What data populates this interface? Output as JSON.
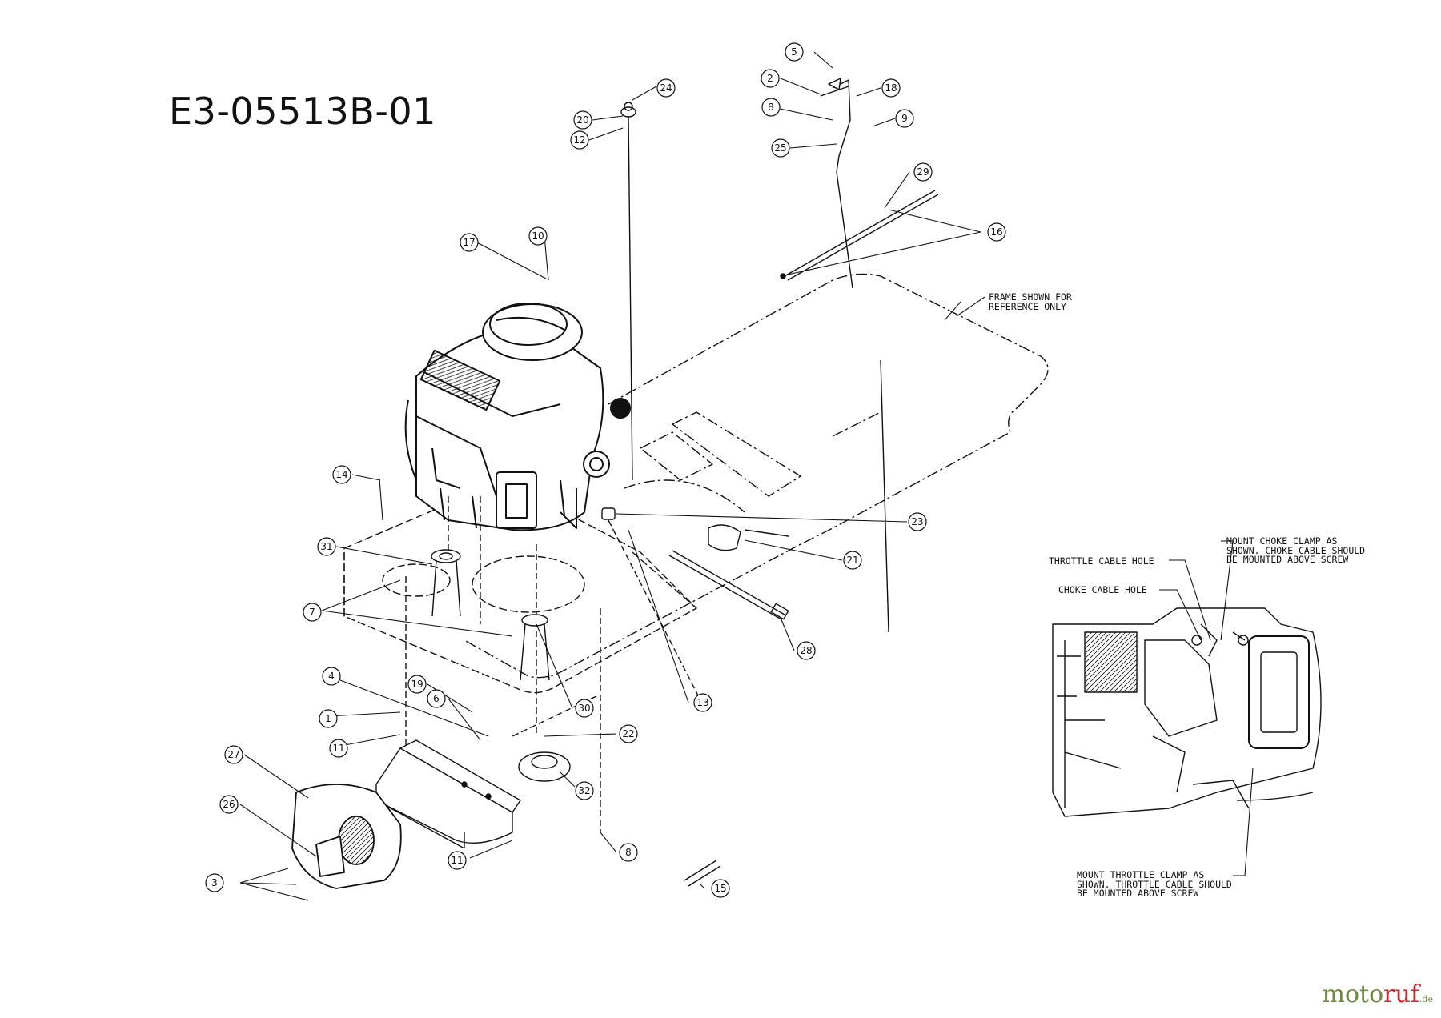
{
  "title": "E3-05513B-01",
  "frame_note": "FRAME SHOWN FOR\nREFERENCE ONLY",
  "inset_notes": {
    "choke_clamp": "MOUNT CHOKE CLAMP AS\nSHOWN. CHOKE CABLE SHOULD\nBE MOUNTED ABOVE SCREW",
    "throttle_cable_hole": "THROTTLE CABLE HOLE",
    "choke_cable_hole": "CHOKE CABLE HOLE",
    "throttle_clamp": "MOUNT THROTTLE CLAMP AS\nSHOWN. THROTTLE CABLE SHOULD\nBE MOUNTED ABOVE SCREW"
  },
  "callouts": [
    "1",
    "2",
    "3",
    "4",
    "5",
    "6",
    "7",
    "8",
    "8",
    "9",
    "10",
    "11",
    "11",
    "12",
    "13",
    "14",
    "15",
    "16",
    "17",
    "18",
    "19",
    "20",
    "21",
    "22",
    "23",
    "24",
    "25",
    "26",
    "27",
    "28",
    "29",
    "30",
    "31",
    "32"
  ],
  "watermark": {
    "brand": "motoruf",
    "tld": ".de"
  },
  "colors": {
    "line": "#111111",
    "watermark_green": "#6a8a3c",
    "watermark_red": "#c8242a"
  }
}
